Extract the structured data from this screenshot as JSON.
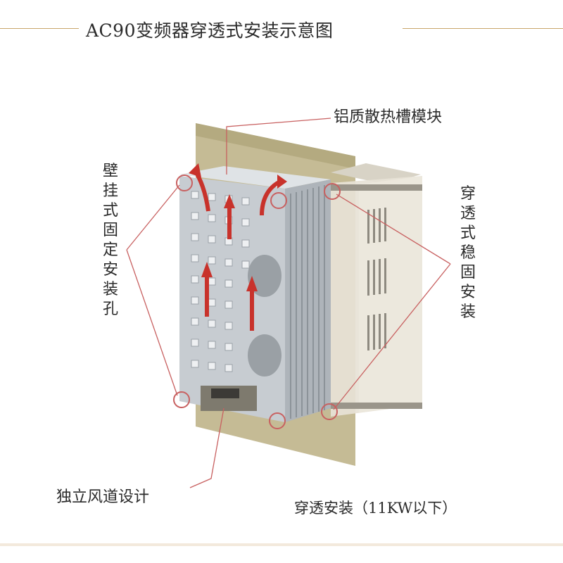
{
  "title": "AC90变频器穿透式安装示意图",
  "callouts": {
    "heatsink": "铝质散热槽模块",
    "wall_mount_holes": "壁挂式固定安装孔",
    "through_mount": "穿透式稳固安装",
    "air_duct": "独立风道设计"
  },
  "caption": "穿透安装（11KW以下）",
  "colors": {
    "mount_plate": "#bfb48a",
    "heatsink_body": "#c7ccd1",
    "drive_body": "#e7e2d6",
    "airflow_arrow": "#c8322b",
    "callout_line": "#c86060",
    "title_rule": "#c9a56a"
  }
}
